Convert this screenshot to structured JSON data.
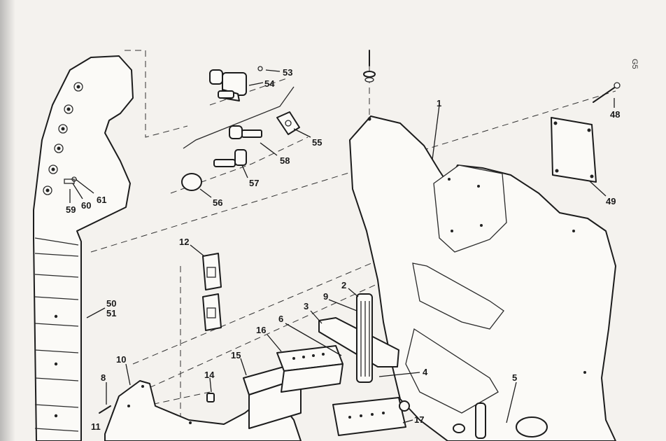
{
  "page_marker": "G5",
  "labels": [
    {
      "id": "1",
      "text": "1"
    },
    {
      "id": "2",
      "text": "2"
    },
    {
      "id": "3",
      "text": "3"
    },
    {
      "id": "4",
      "text": "4"
    },
    {
      "id": "5",
      "text": "5"
    },
    {
      "id": "6",
      "text": "6"
    },
    {
      "id": "8",
      "text": "8"
    },
    {
      "id": "9",
      "text": "9"
    },
    {
      "id": "10",
      "text": "10"
    },
    {
      "id": "11",
      "text": "11"
    },
    {
      "id": "12",
      "text": "12"
    },
    {
      "id": "14",
      "text": "14"
    },
    {
      "id": "15",
      "text": "15"
    },
    {
      "id": "16",
      "text": "16"
    },
    {
      "id": "17",
      "text": "17"
    },
    {
      "id": "48",
      "text": "48"
    },
    {
      "id": "49",
      "text": "49"
    },
    {
      "id": "50",
      "text": "50"
    },
    {
      "id": "51",
      "text": "51"
    },
    {
      "id": "53",
      "text": "53"
    },
    {
      "id": "54",
      "text": "54"
    },
    {
      "id": "55",
      "text": "55"
    },
    {
      "id": "56",
      "text": "56"
    },
    {
      "id": "57",
      "text": "57"
    },
    {
      "id": "58",
      "text": "58"
    },
    {
      "id": "59",
      "text": "59"
    },
    {
      "id": "60",
      "text": "60"
    },
    {
      "id": "61",
      "text": "61"
    }
  ]
}
